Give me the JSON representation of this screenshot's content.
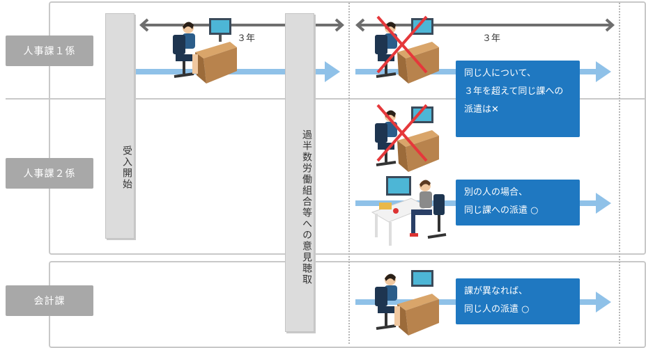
{
  "rows": {
    "row1": {
      "label": "人事課１係"
    },
    "row2": {
      "label": "人事課２係"
    },
    "row3": {
      "label": "会計課"
    }
  },
  "milestones": {
    "acceptance": "受入開始",
    "consultation": "過半数労働組合等への意見聴取"
  },
  "periods": {
    "first": "３年",
    "second": "３年"
  },
  "notes": {
    "note1": [
      "同じ人について、",
      "３年を超えて同じ課への",
      "派遣は✕"
    ],
    "note2": [
      "別の人の場合、",
      "同じ課への派遣 ○"
    ],
    "note3": [
      "課が異なれば、",
      "同じ人の派遣 ○"
    ]
  },
  "colors": {
    "accent": "#1f78c1",
    "arrow": "#8fc1e8",
    "label_bg": "#a8a8a8",
    "cross": "#e5383b"
  },
  "icons": [
    "worker-at-desk-icon",
    "cross-mark-icon"
  ]
}
